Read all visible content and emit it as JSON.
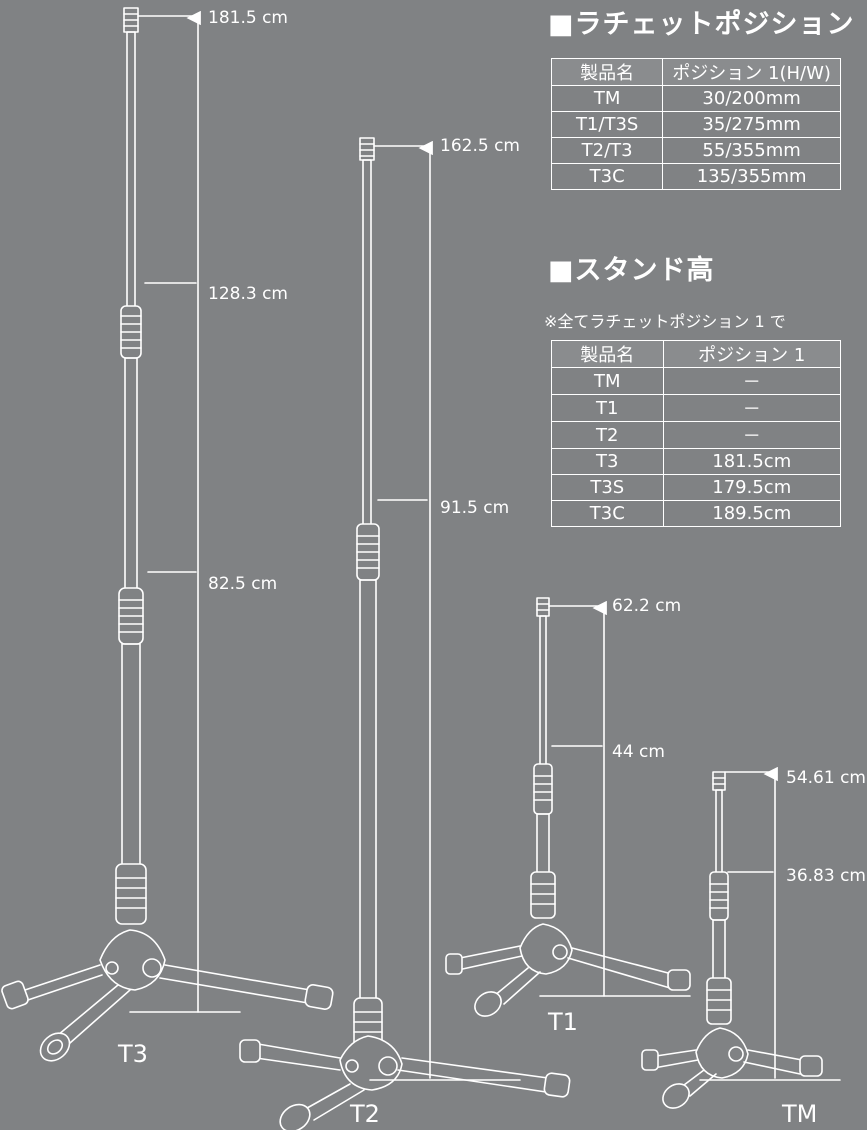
{
  "ratchet": {
    "heading": "■ラチェットポジション",
    "headers": [
      "製品名",
      "ポジション 1(H/W)"
    ],
    "rows": [
      [
        "TM",
        "30/200mm"
      ],
      [
        "T1/T3S",
        "35/275mm"
      ],
      [
        "T2/T3",
        "55/355mm"
      ],
      [
        "T3C",
        "135/355mm"
      ]
    ]
  },
  "height": {
    "heading": "■スタンド高",
    "note": "※全てラチェットポジション 1 で",
    "headers": [
      "製品名",
      "ポジション 1"
    ],
    "rows": [
      [
        "TM",
        "－"
      ],
      [
        "T1",
        "－"
      ],
      [
        "T2",
        "－"
      ],
      [
        "T3",
        "181.5cm"
      ],
      [
        "T3S",
        "179.5cm"
      ],
      [
        "T3C",
        "189.5cm"
      ]
    ]
  },
  "stands": [
    {
      "name": "T3",
      "dims": [
        "181.5 cm",
        "128.3 cm",
        "82.5 cm"
      ]
    },
    {
      "name": "T2",
      "dims": [
        "162.5 cm",
        "91.5 cm"
      ]
    },
    {
      "name": "T1",
      "dims": [
        "62.2 cm",
        "44 cm"
      ]
    },
    {
      "name": "TM",
      "dims": [
        "54.61 cm",
        "36.83 cm"
      ]
    }
  ]
}
